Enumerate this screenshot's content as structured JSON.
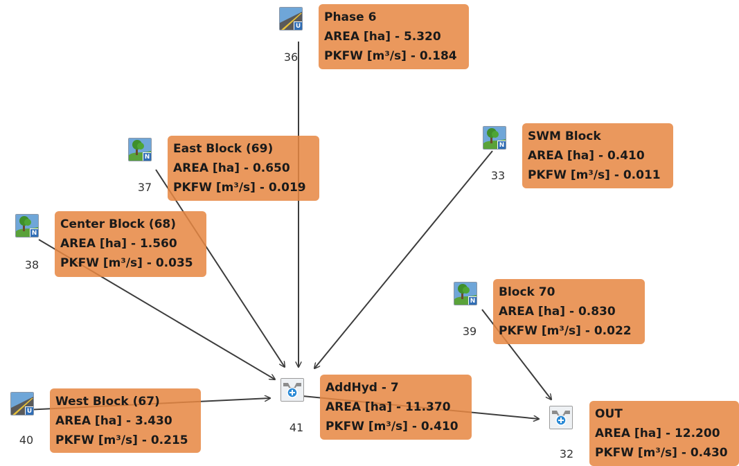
{
  "colors": {
    "label_bg": "#e78742",
    "edge": "#3c3c3c",
    "badge": "#2f6db5"
  },
  "nodes": [
    {
      "key": "n36",
      "id": "36",
      "type": "urban",
      "icon": "urban-road-icon",
      "badge": "U",
      "name": "Phase 6",
      "area": "AREA [ha] - 5.320",
      "pkfw": "PKFW [m³/s] - 0.184"
    },
    {
      "key": "n37",
      "id": "37",
      "type": "nashyd",
      "icon": "nashyd-tree-icon",
      "badge": "N",
      "name": "East Block (69)",
      "area": "AREA [ha] - 0.650",
      "pkfw": "PKFW [m³/s] - 0.019"
    },
    {
      "key": "n38",
      "id": "38",
      "type": "nashyd",
      "icon": "nashyd-tree-icon",
      "badge": "N",
      "name": "Center Block (68)",
      "area": "AREA [ha] - 1.560",
      "pkfw": "PKFW [m³/s] - 0.035"
    },
    {
      "key": "n33",
      "id": "33",
      "type": "nashyd",
      "icon": "nashyd-tree-icon",
      "badge": "N",
      "name": "SWM Block",
      "area": "AREA [ha] - 0.410",
      "pkfw": "PKFW [m³/s] - 0.011"
    },
    {
      "key": "n39",
      "id": "39",
      "type": "nashyd",
      "icon": "nashyd-tree-icon",
      "badge": "N",
      "name": "Block 70",
      "area": "AREA [ha] - 0.830",
      "pkfw": "PKFW [m³/s] - 0.022"
    },
    {
      "key": "n40",
      "id": "40",
      "type": "urban",
      "icon": "urban-road-icon",
      "badge": "U",
      "name": "West Block (67)",
      "area": "AREA [ha] - 3.430",
      "pkfw": "PKFW [m³/s] - 0.215"
    },
    {
      "key": "n41",
      "id": "41",
      "type": "addhyd",
      "icon": "add-hydrograph-icon",
      "badge": "",
      "name": "AddHyd - 7",
      "area": "AREA [ha] - 11.370",
      "pkfw": "PKFW [m³/s] - 0.410"
    },
    {
      "key": "n32",
      "id": "32",
      "type": "addhyd",
      "icon": "add-hydrograph-icon",
      "badge": "",
      "name": "OUT",
      "area": "AREA [ha] - 12.200",
      "pkfw": "PKFW [m³/s] - 0.430"
    }
  ],
  "edges": [
    {
      "from": "36",
      "to": "41"
    },
    {
      "from": "37",
      "to": "41"
    },
    {
      "from": "38",
      "to": "41"
    },
    {
      "from": "33",
      "to": "41"
    },
    {
      "from": "40",
      "to": "41"
    },
    {
      "from": "41",
      "to": "32"
    },
    {
      "from": "39",
      "to": "32"
    }
  ]
}
